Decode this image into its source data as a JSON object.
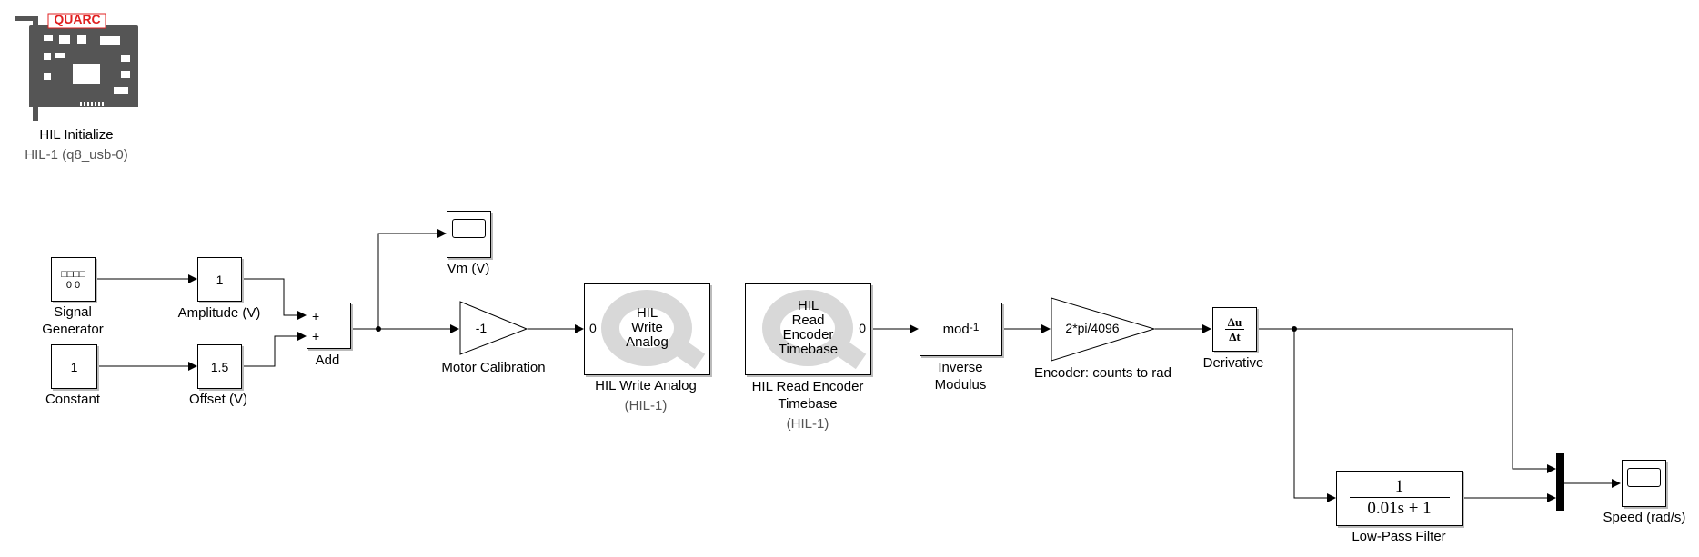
{
  "hil_init": {
    "badge": "QUARC",
    "title": "HIL Initialize",
    "subtitle": "HIL-1 (q8_usb-0)"
  },
  "signal_generator": {
    "label_line1": "Signal",
    "label_line2": "Generator",
    "icon_top": "□□□□",
    "icon_bottom": "0 0"
  },
  "constant": {
    "value": "1",
    "label": "Constant"
  },
  "amplitude": {
    "value": "1",
    "label": "Amplitude (V)"
  },
  "offset": {
    "value": "1.5",
    "label": "Offset (V)"
  },
  "add": {
    "sign1": "+",
    "sign2": "+",
    "label": "Add"
  },
  "scope_vm": {
    "label": "Vm (V)"
  },
  "motor_calibration": {
    "value": "-1",
    "label": "Motor Calibration"
  },
  "hil_write": {
    "line1": "HIL",
    "line2": "Write",
    "line3": "Analog",
    "port": "0",
    "label": "HIL Write Analog",
    "sublabel": "(HIL-1)"
  },
  "hil_read": {
    "line1": "HIL",
    "line2": "Read",
    "line3": "Encoder",
    "line4": "Timebase",
    "port": "0",
    "label_line1": "HIL Read Encoder",
    "label_line2": "Timebase",
    "sublabel": "(HIL-1)"
  },
  "inverse_modulus": {
    "text": "mod",
    "exponent": "-1",
    "label_line1": "Inverse",
    "label_line2": "Modulus"
  },
  "encoder_gain": {
    "value": "2*pi/4096",
    "label": "Encoder: counts to rad"
  },
  "derivative": {
    "num": "Δu",
    "den": "Δt",
    "label": "Derivative"
  },
  "lowpass": {
    "num": "1",
    "den": "0.01s + 1",
    "label": "Low-Pass Filter"
  },
  "scope_speed": {
    "label": "Speed (rad/s)"
  },
  "colors": {
    "line": "#000000",
    "shadow": "#bbbbbb",
    "watermark": "#d8d8d8",
    "quarc_red": "#e02020"
  }
}
